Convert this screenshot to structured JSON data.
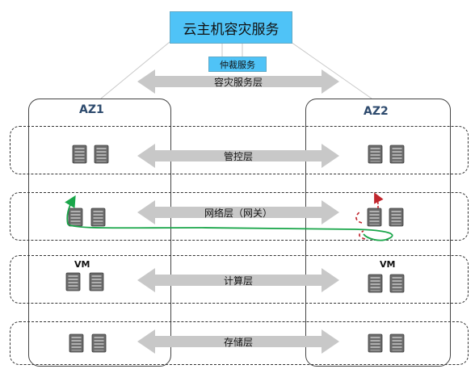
{
  "title": "云主机容灾服务",
  "arbitration": "仲裁服务",
  "dr_layer": "容灾服务层",
  "az1": "AZ1",
  "az2": "AZ2",
  "layers": {
    "control": "管控层",
    "network": "网络层（网关）",
    "compute": "计算层",
    "storage": "存储层"
  },
  "vm_label": "VM",
  "colors": {
    "service_box": "#4fc3f7",
    "arrow_gray": "#c8c8c8",
    "failover_line": "#1aa64a",
    "fail_mark": "#c0262d",
    "server": "#6b6b6b"
  },
  "icons": [
    "server-icon",
    "double-arrow-icon",
    "failover-arrow-icon"
  ]
}
